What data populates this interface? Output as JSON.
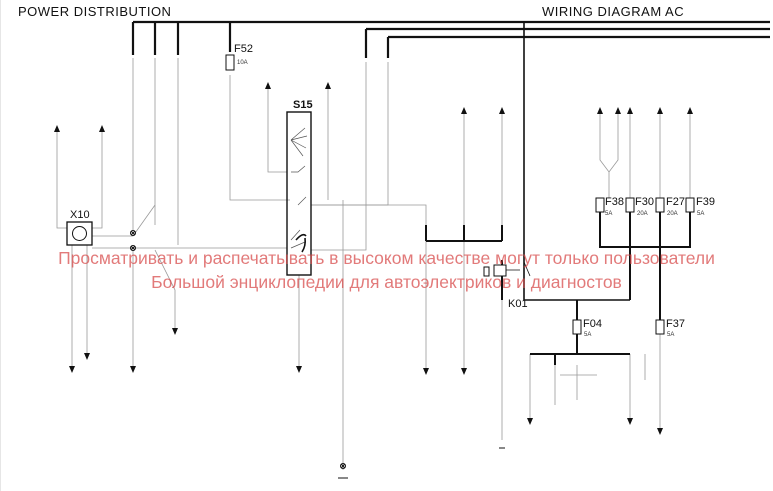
{
  "header": {
    "left_title": "POWER DISTRIBUTION",
    "right_title": "WIRING DIAGRAM AC"
  },
  "components": {
    "x10": "X10",
    "s15": "S15",
    "k01": "K01",
    "f52": {
      "name": "F52",
      "rating": "10A"
    },
    "f38": {
      "name": "F38",
      "rating": "5A"
    },
    "f30": {
      "name": "F30",
      "rating": "20A"
    },
    "f27": {
      "name": "F27",
      "rating": "20A"
    },
    "f39": {
      "name": "F39",
      "rating": "5A"
    },
    "f04": {
      "name": "F04",
      "rating": "5A"
    },
    "f37": {
      "name": "F37",
      "rating": "5A"
    }
  },
  "watermark": {
    "line1": "Просматривать и распечатывать в высоком качестве могут только пользователи",
    "line2": "Большой энциклопедии для автоэлектриков и диагностов"
  }
}
